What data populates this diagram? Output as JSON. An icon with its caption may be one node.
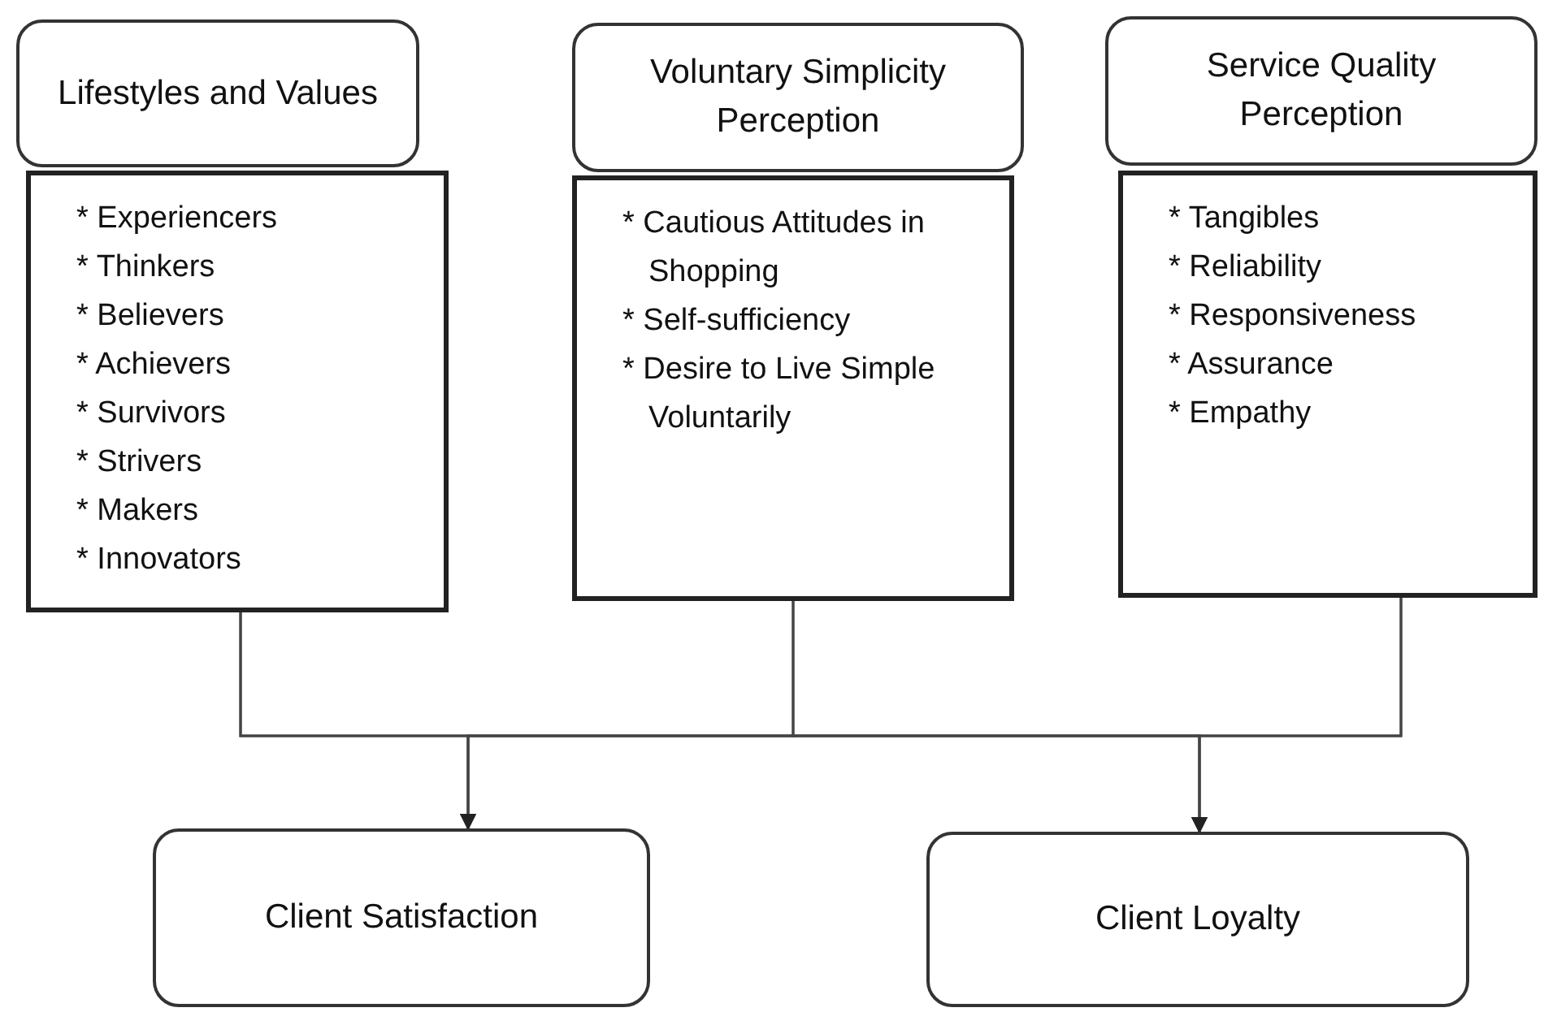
{
  "diagram": {
    "nodes": [
      {
        "text": [
          "Lifestyles and Values"
        ]
      },
      {
        "text": [
          "* Experiencers",
          "* Thinkers",
          "* Believers",
          "* Achievers",
          "* Survivors",
          "* Strivers",
          "* Makers",
          "* Innovators"
        ]
      },
      {
        "text": [
          "Voluntary Simplicity Perception"
        ]
      },
      {
        "text": [
          "* Cautious Attitudes in Shopping",
          "* Self-sufficiency",
          "* Desire to Live Simple Voluntarily"
        ]
      },
      {
        "text": [
          "Service Quality Perception"
        ]
      },
      {
        "text": [
          "* Tangibles",
          "* Reliability",
          "* Responsiveness",
          "* Assurance",
          "* Empathy"
        ]
      },
      {
        "text": [
          "Client Satisfaction"
        ]
      },
      {
        "text": [
          "Client Loyalty"
        ]
      }
    ],
    "edges": [
      {
        "from": 1,
        "to": 6,
        "arrow": "to"
      },
      {
        "from": 3,
        "to": 6,
        "arrow": "to"
      },
      {
        "from": 5,
        "to": 6,
        "arrow": "to"
      },
      {
        "from": 1,
        "to": 7,
        "arrow": "to"
      },
      {
        "from": 3,
        "to": 7,
        "arrow": "to"
      },
      {
        "from": 5,
        "to": 7,
        "arrow": "to"
      }
    ]
  }
}
